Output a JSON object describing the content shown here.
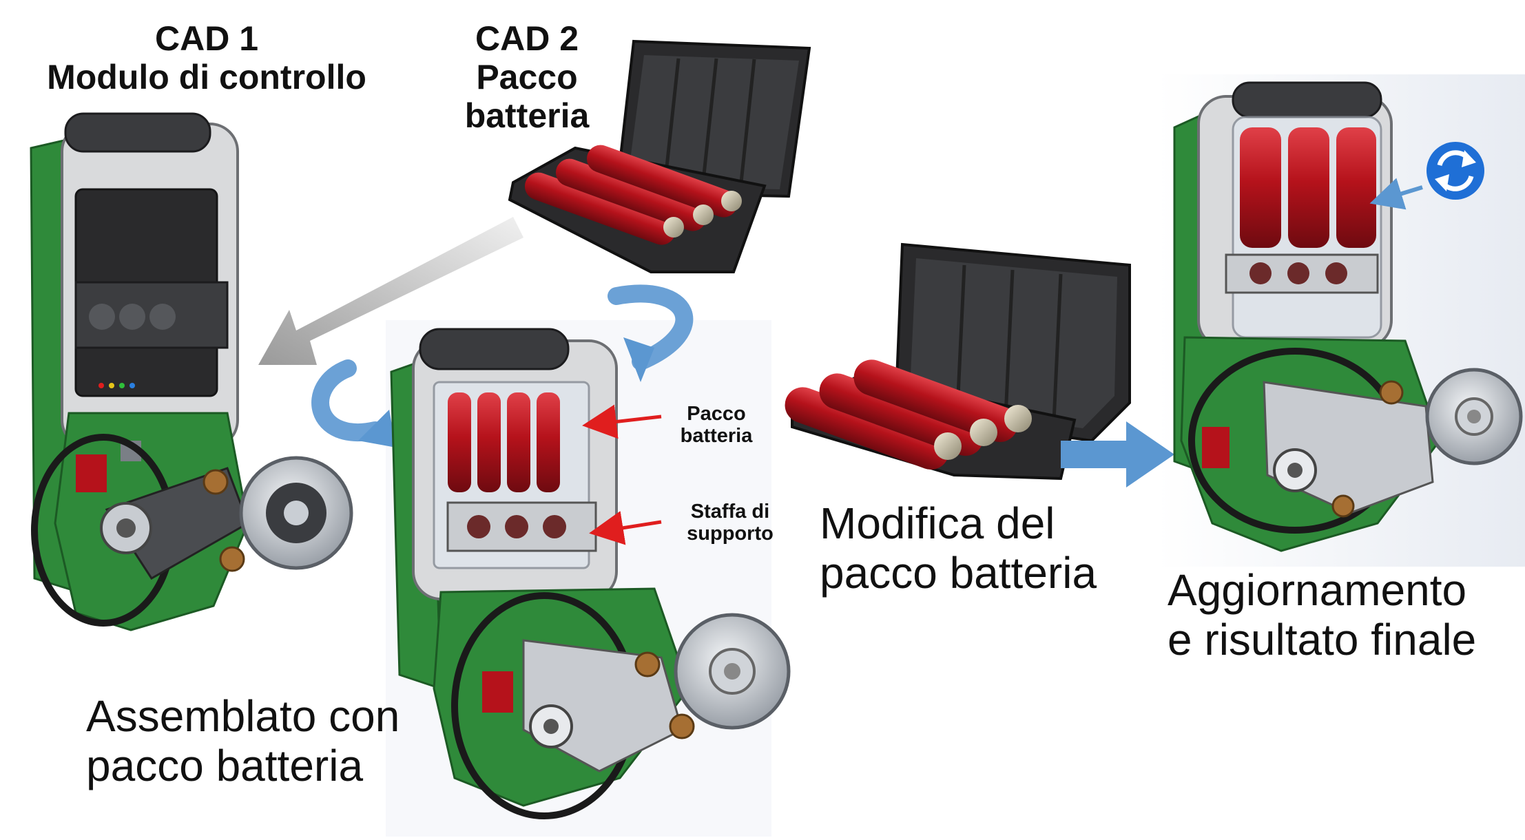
{
  "titles": {
    "cad1_line1": "CAD 1",
    "cad1_line2": "Modulo di controllo",
    "cad2_line1": "CAD 2",
    "cad2_line2": "Pacco",
    "cad2_line3": "batteria"
  },
  "captions": {
    "assembled_line1": "Assemblato con",
    "assembled_line2": "pacco batteria",
    "modify_line1": "Modifica del",
    "modify_line2": "pacco batteria",
    "update_line1": "Aggiornamento",
    "update_line2": "e risultato finale"
  },
  "callouts": {
    "pack_line1": "Pacco",
    "pack_line2": "batteria",
    "bracket_line1": "Staffa di",
    "bracket_line2": "supporto"
  },
  "icons": [
    "curved-arrow-icon",
    "refresh-icon",
    "arrow-right-icon"
  ],
  "colors": {
    "cell_red": "#b5121b",
    "pcb_green": "#2f8a3a",
    "case_dark": "#2a2a2c",
    "flow_blue": "#5b97d1",
    "callout_red": "#e01e1e",
    "refresh_blue": "#1f6fd6"
  }
}
